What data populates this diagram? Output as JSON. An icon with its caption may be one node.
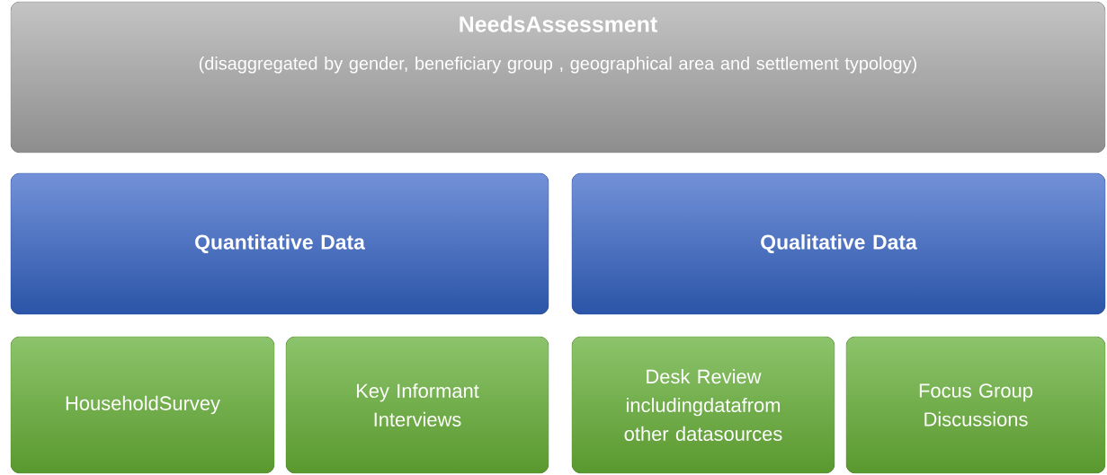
{
  "diagram": {
    "nodes": [
      {
        "text": [
          "NeedsAssessment",
          "(disaggregated by gender, beneficiary group , geographical area and settlement typology)"
        ]
      },
      {
        "text": [
          "Quantitative Data"
        ]
      },
      {
        "text": [
          "Qualitative Data"
        ]
      },
      {
        "text": [
          "HouseholdSurvey"
        ]
      },
      {
        "text": [
          "Key Informant Interviews"
        ]
      },
      {
        "text": [
          "Desk Review includingdatafrom other datasources"
        ]
      },
      {
        "text": [
          "Focus Group Discussions"
        ]
      }
    ]
  }
}
